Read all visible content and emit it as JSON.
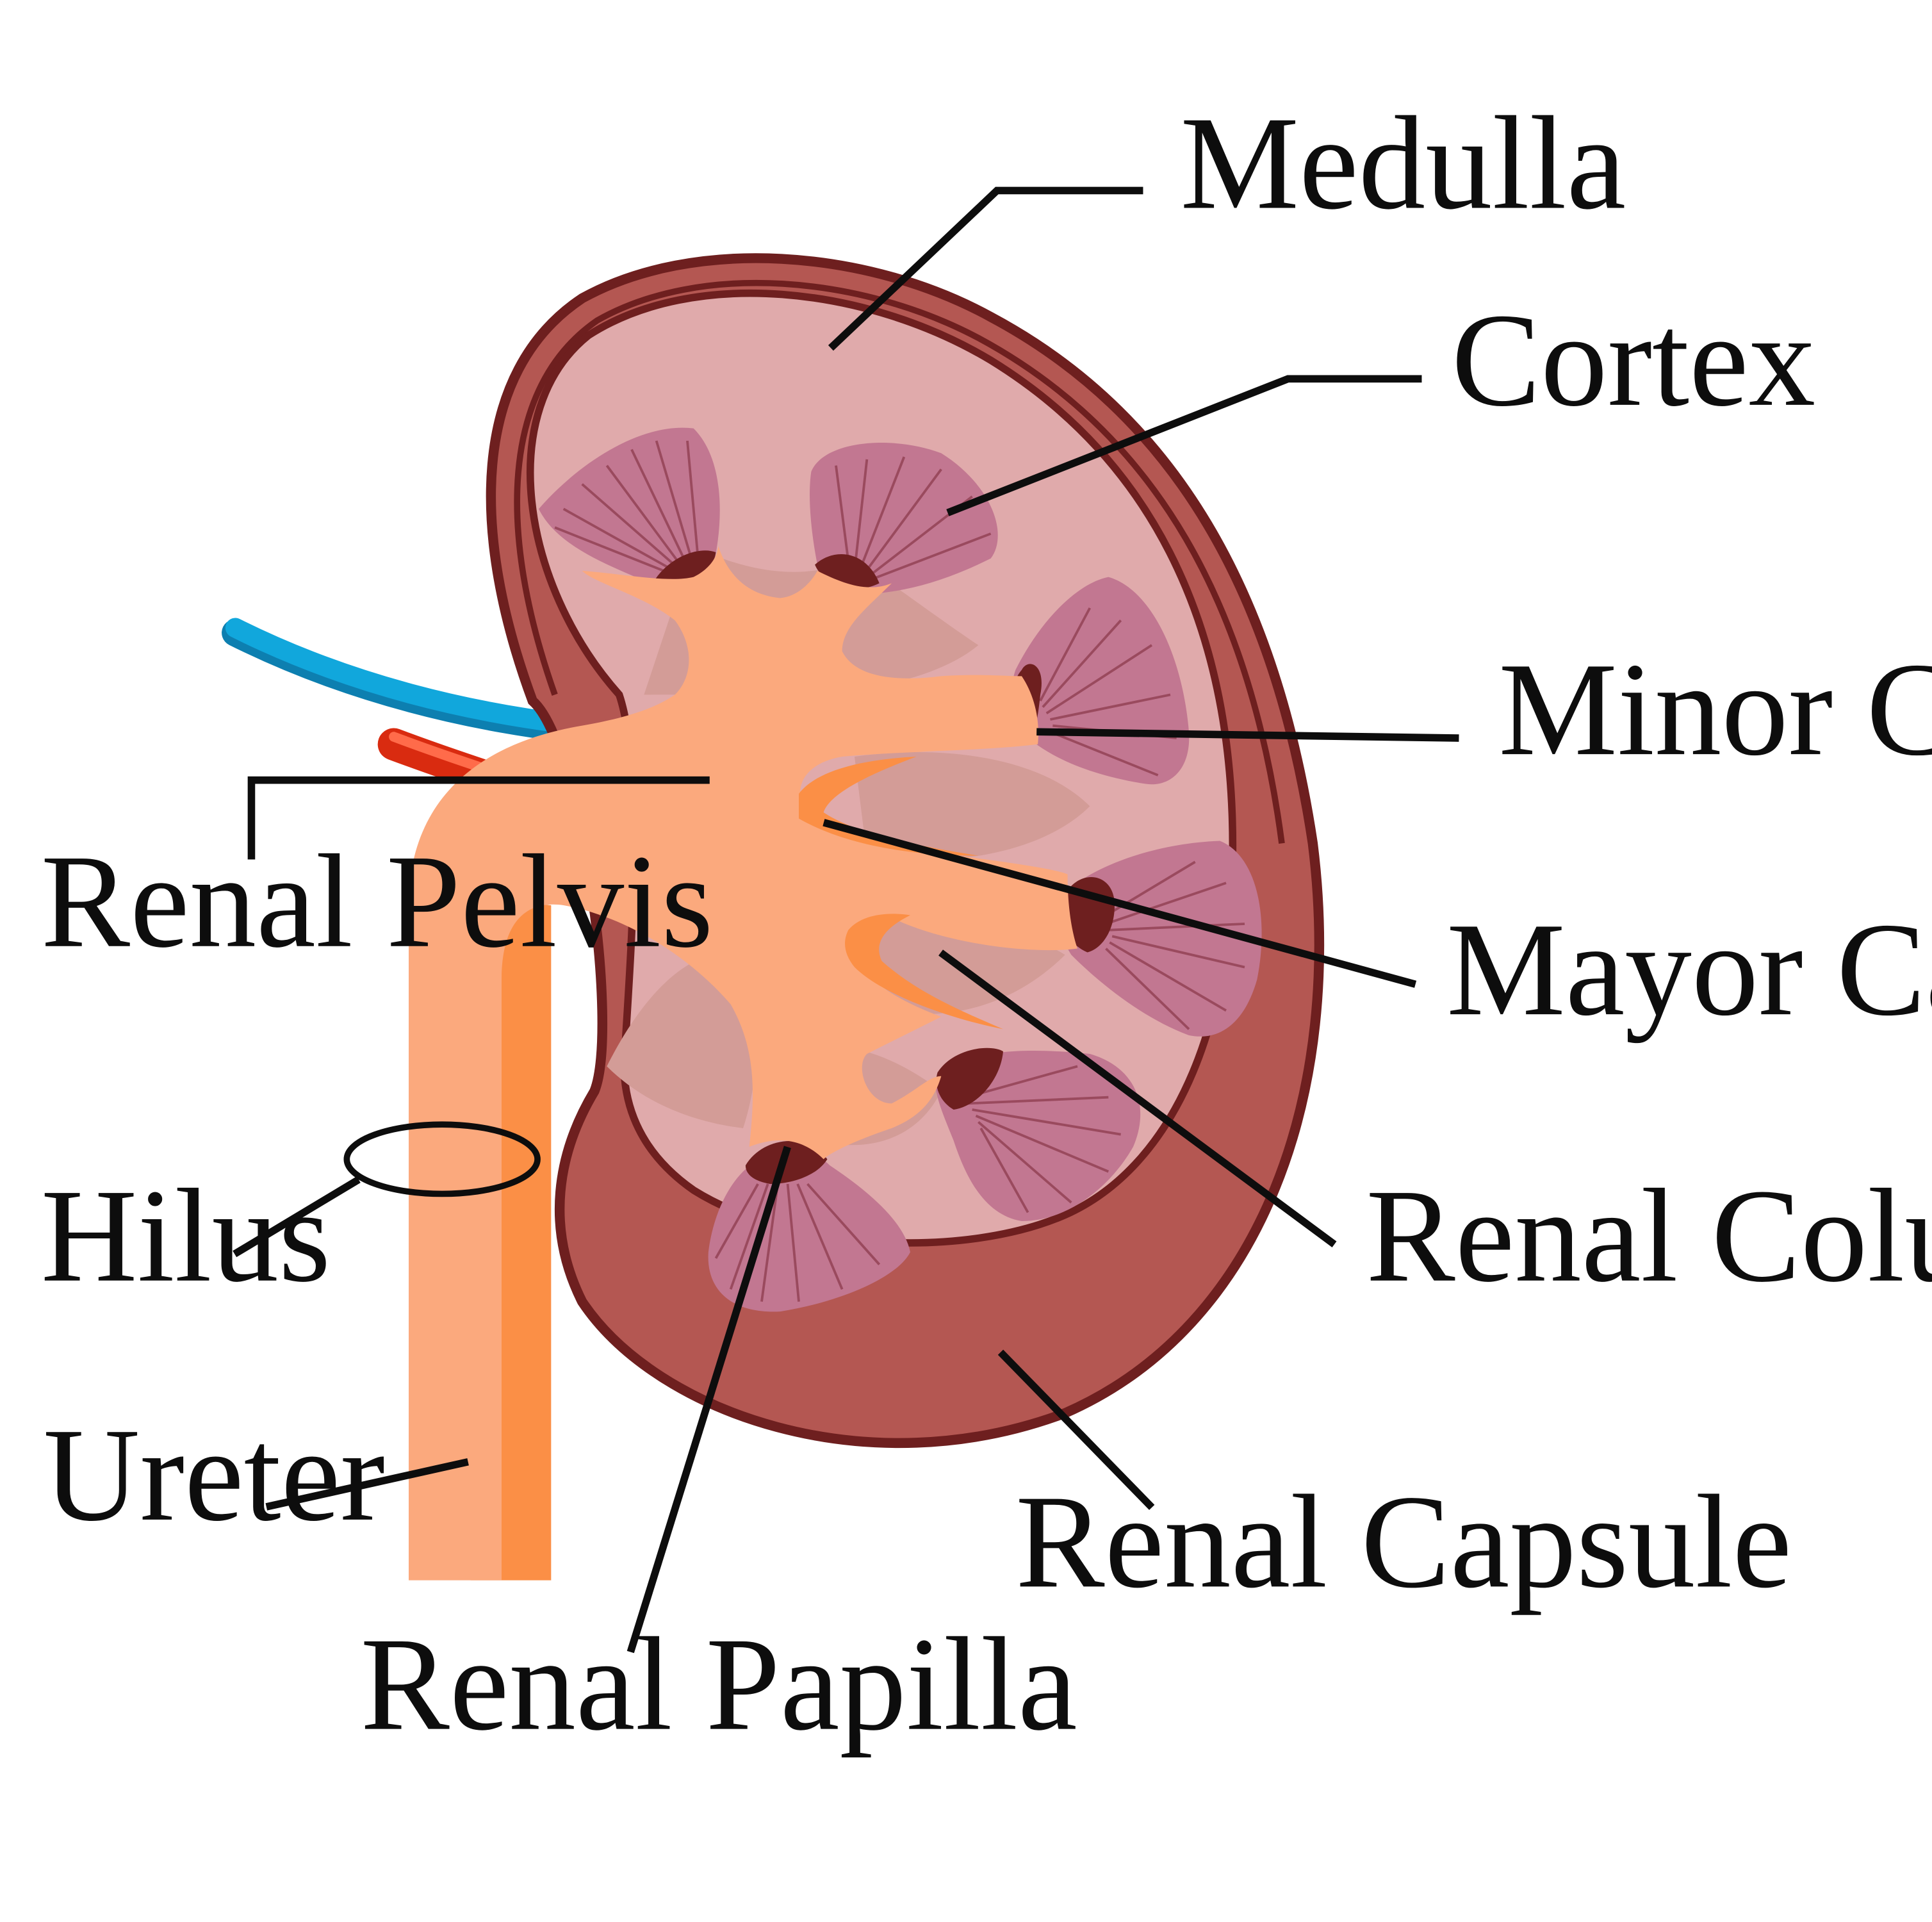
{
  "colors": {
    "capsule_outline": "#6e1f1f",
    "capsule_fill": "#b45752",
    "cortex_fill": "#e0aaab",
    "medulla_fill": "#c27791",
    "medulla_striations": "#9a4a5e",
    "renal_column_shade": "#d39c97",
    "papilla_dark": "#6e1f1f",
    "pelvis_fill": "#fba97d",
    "pelvis_shadow": "#fb8f46",
    "vein_blue": "#11a7dc",
    "artery_red": "#d92b10",
    "leader_line": "#0d0d0d",
    "background": "#ffffff"
  },
  "labels": {
    "medulla": "Medulla",
    "cortex": "Cortex",
    "minor_calyx": "Minor Calyx",
    "renal_pelvis": "Renal Pelvis",
    "mayor_calyx": "Mayor Calyx",
    "hilus": "Hilus",
    "renal_columns": "Renal Columns",
    "ureter": "Ureter",
    "renal_capsule": "Renal Capsule",
    "renal_papilla": "Renal Papilla"
  }
}
